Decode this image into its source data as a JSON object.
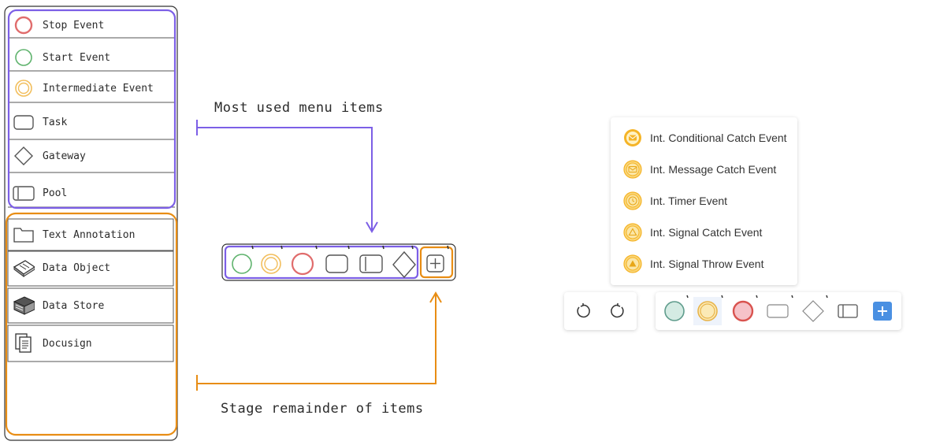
{
  "sketch": {
    "menu_items": [
      {
        "label": "Stop Event",
        "icon": "stop-event-icon"
      },
      {
        "label": "Start Event",
        "icon": "start-event-icon"
      },
      {
        "label": "Intermediate Event",
        "icon": "intermediate-event-icon"
      },
      {
        "label": "Task",
        "icon": "task-icon"
      },
      {
        "label": "Gateway",
        "icon": "gateway-icon"
      },
      {
        "label": "Pool",
        "icon": "pool-icon"
      },
      {
        "label": "Text Annotation",
        "icon": "text-annotation-icon"
      },
      {
        "label": "Data Object",
        "icon": "data-object-icon"
      },
      {
        "label": "Data Store",
        "icon": "data-store-icon"
      },
      {
        "label": "Docusign",
        "icon": "docusign-icon"
      }
    ],
    "annotation_top": "Most used menu items",
    "annotation_bottom": "Stage remainder of items",
    "colors": {
      "purple": "#7c5fe6",
      "orange": "#e88d14",
      "red": "#e06c6c",
      "green": "#5fb36d",
      "yellow": "#f2be5c"
    }
  },
  "popup": {
    "items": [
      {
        "label": "Int. Conditional Catch Event",
        "icon": "conditional-catch-icon"
      },
      {
        "label": "Int. Message Catch Event",
        "icon": "message-catch-icon"
      },
      {
        "label": "Int. Timer Event",
        "icon": "timer-event-icon"
      },
      {
        "label": "Int. Signal Catch Event",
        "icon": "signal-catch-icon"
      },
      {
        "label": "Int. Signal Throw Event",
        "icon": "signal-throw-icon"
      }
    ]
  },
  "toolbar": {
    "history": [
      "undo-icon",
      "redo-icon"
    ],
    "tools": [
      "start-event-icon",
      "intermediate-event-icon",
      "stop-event-icon",
      "task-icon",
      "gateway-icon",
      "pool-icon",
      "add-icon"
    ],
    "colors": {
      "accent": "#4a90e2",
      "start_fill": "#d4ebe3",
      "start_stroke": "#5f9c8c",
      "int_fill": "#fbeab6",
      "int_stroke": "#e8b44a",
      "stop_fill": "#f6c2c8",
      "stop_stroke": "#d9534f"
    }
  }
}
